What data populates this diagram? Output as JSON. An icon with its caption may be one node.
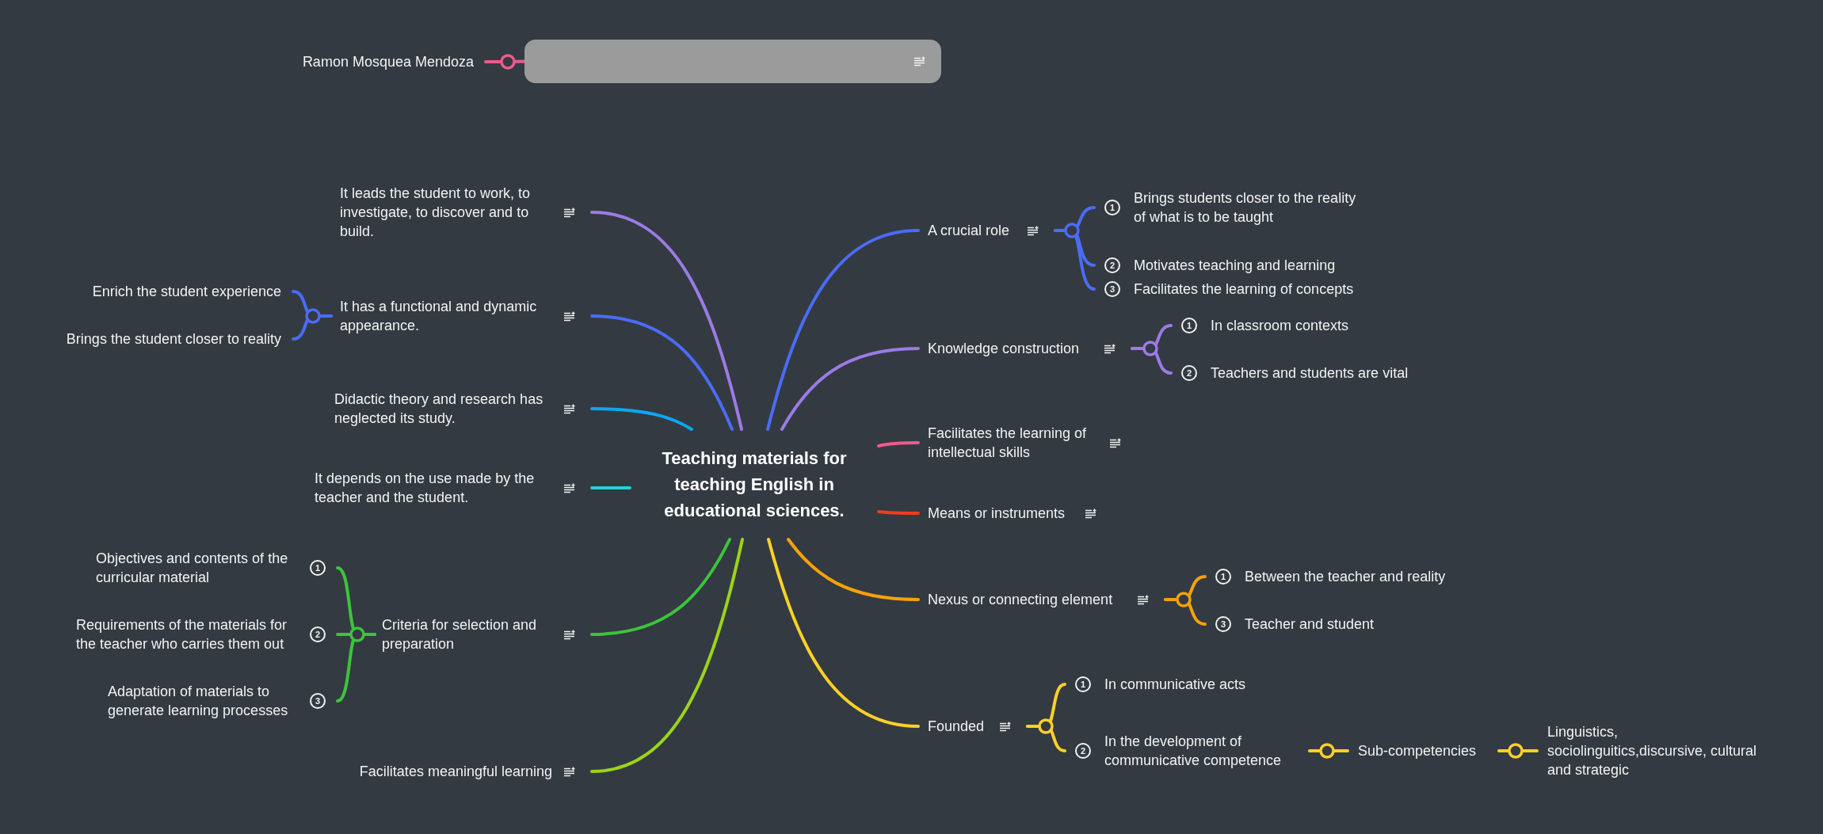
{
  "diagram": {
    "nodes": [
      {
        "text": [
          "Ramon Mosquea Mendoza"
        ]
      },
      {
        "text": [],
        "shape": "box"
      },
      {
        "text": [
          "Teaching materials for teaching English in educational sciences."
        ]
      },
      {
        "text": [
          "A crucial role"
        ]
      },
      {
        "text": [
          "1",
          "Brings students closer to the reality of what is to be taught"
        ]
      },
      {
        "text": [
          "2",
          "Motivates teaching and learning"
        ]
      },
      {
        "text": [
          "3",
          "Facilitates the learning of concepts"
        ]
      },
      {
        "text": [
          "Knowledge construction"
        ]
      },
      {
        "text": [
          "1",
          "In classroom contexts"
        ]
      },
      {
        "text": [
          "2",
          "Teachers and students are vital"
        ]
      },
      {
        "text": [
          "Facilitates the learning of intellectual skills"
        ]
      },
      {
        "text": [
          "Means or instruments"
        ]
      },
      {
        "text": [
          "Nexus or connecting element"
        ]
      },
      {
        "text": [
          "1",
          "Between the teacher and reality"
        ]
      },
      {
        "text": [
          "3",
          "Teacher and student"
        ]
      },
      {
        "text": [
          "Founded"
        ]
      },
      {
        "text": [
          "1",
          "In communicative acts"
        ]
      },
      {
        "text": [
          "2",
          "In the development of communicative competence"
        ]
      },
      {
        "text": [
          "Sub-competencies"
        ]
      },
      {
        "text": [
          "Linguistics, sociolinguitics,discursive, cultural and strategic"
        ]
      },
      {
        "text": [
          "It leads the student to work, to investigate, to discover and to build."
        ]
      },
      {
        "text": [
          "It has a functional and dynamic appearance."
        ]
      },
      {
        "text": [
          "Enrich the student experience"
        ]
      },
      {
        "text": [
          "Brings the student closer to reality"
        ]
      },
      {
        "text": [
          "Didactic theory and research has neglected its study."
        ]
      },
      {
        "text": [
          "It depends on the use made by the teacher and the student."
        ]
      },
      {
        "text": [
          "Criteria for selection and preparation"
        ]
      },
      {
        "text": [
          "Objectives and contents of the curricular material",
          "1"
        ]
      },
      {
        "text": [
          "Requirements of the materials for the teacher who carries them out",
          "2"
        ]
      },
      {
        "text": [
          "Adaptation of materials to generate learning processes",
          "3"
        ]
      },
      {
        "text": [
          "Facilitates meaningful learning"
        ]
      }
    ],
    "edges": [
      {
        "from": 0,
        "to": 1,
        "arrow": "none",
        "color": "#ec5b8b"
      },
      {
        "from": 2,
        "to": 3,
        "arrow": "none",
        "color": "#4a6cf6"
      },
      {
        "from": 3,
        "to": 4,
        "arrow": "none",
        "color": "#4a6cf6"
      },
      {
        "from": 3,
        "to": 5,
        "arrow": "none",
        "color": "#4a6cf6"
      },
      {
        "from": 3,
        "to": 6,
        "arrow": "none",
        "color": "#4a6cf6"
      },
      {
        "from": 2,
        "to": 7,
        "arrow": "none",
        "color": "#9b7be6"
      },
      {
        "from": 7,
        "to": 8,
        "arrow": "none",
        "color": "#9b7be6"
      },
      {
        "from": 7,
        "to": 9,
        "arrow": "none",
        "color": "#9b7be6"
      },
      {
        "from": 2,
        "to": 10,
        "arrow": "none",
        "color": "#ec5b8b"
      },
      {
        "from": 2,
        "to": 11,
        "arrow": "none",
        "color": "#f03c1e"
      },
      {
        "from": 2,
        "to": 12,
        "arrow": "none",
        "color": "#f4a20b"
      },
      {
        "from": 12,
        "to": 13,
        "arrow": "none",
        "color": "#f4a20b"
      },
      {
        "from": 12,
        "to": 14,
        "arrow": "none",
        "color": "#f4a20b"
      },
      {
        "from": 2,
        "to": 15,
        "arrow": "none",
        "color": "#fbd127"
      },
      {
        "from": 15,
        "to": 16,
        "arrow": "none",
        "color": "#fbd127"
      },
      {
        "from": 15,
        "to": 17,
        "arrow": "none",
        "color": "#fbd127"
      },
      {
        "from": 17,
        "to": 18,
        "arrow": "none",
        "color": "#fbd127"
      },
      {
        "from": 18,
        "to": 19,
        "arrow": "none",
        "color": "#fbd127"
      },
      {
        "from": 2,
        "to": 20,
        "arrow": "none",
        "color": "#9b7be6"
      },
      {
        "from": 2,
        "to": 21,
        "arrow": "none",
        "color": "#4a6cf6"
      },
      {
        "from": 21,
        "to": 22,
        "arrow": "none",
        "color": "#4a6cf6"
      },
      {
        "from": 21,
        "to": 23,
        "arrow": "none",
        "color": "#4a6cf6"
      },
      {
        "from": 2,
        "to": 24,
        "arrow": "none",
        "color": "#0ba8f2"
      },
      {
        "from": 2,
        "to": 25,
        "arrow": "none",
        "color": "#27cfd5"
      },
      {
        "from": 2,
        "to": 26,
        "arrow": "none",
        "color": "#3cc43c"
      },
      {
        "from": 26,
        "to": 27,
        "arrow": "none",
        "color": "#3cc43c"
      },
      {
        "from": 26,
        "to": 28,
        "arrow": "none",
        "color": "#3cc43c"
      },
      {
        "from": 26,
        "to": 29,
        "arrow": "none",
        "color": "#3cc43c"
      },
      {
        "from": 2,
        "to": 30,
        "arrow": "none",
        "color": "#9bd41a"
      }
    ]
  }
}
